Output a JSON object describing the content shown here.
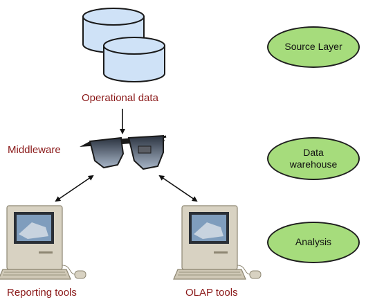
{
  "diagram": {
    "operational_data_label": "Operational data",
    "middleware_label": "Middleware",
    "reporting_label": "Reporting tools",
    "olap_label": "OLAP tools"
  },
  "layers": {
    "source": "Source Layer",
    "warehouse_line1": "Data",
    "warehouse_line2": "warehouse",
    "analysis": "Analysis"
  },
  "colors": {
    "label_red": "#8b1a1a",
    "oval_green": "#a6dc7c",
    "database_blue": "#cfe2f7"
  },
  "icons": [
    "database-icon",
    "sunglasses-icon",
    "computer-icon"
  ]
}
